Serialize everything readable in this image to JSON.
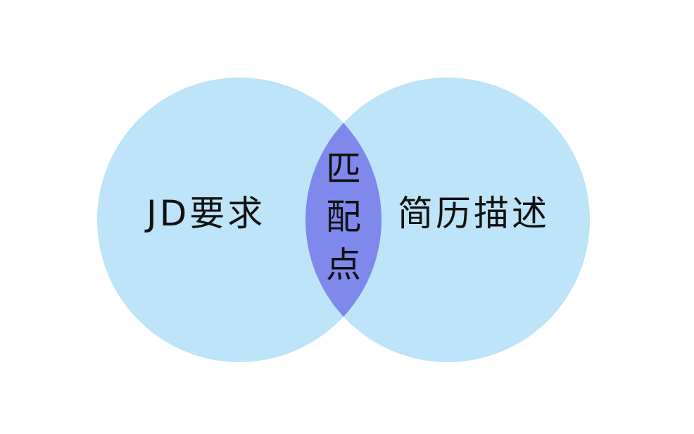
{
  "diagram": {
    "left_set": {
      "label": "JD要求"
    },
    "right_set": {
      "label": "简历描述"
    },
    "intersection": {
      "chars": [
        "匹",
        "配",
        "点"
      ]
    },
    "colors": {
      "circle_fill": "#bde4f8",
      "overlap_fill": "#7f89eb",
      "text": "#111111",
      "background": "#ffffff"
    }
  }
}
